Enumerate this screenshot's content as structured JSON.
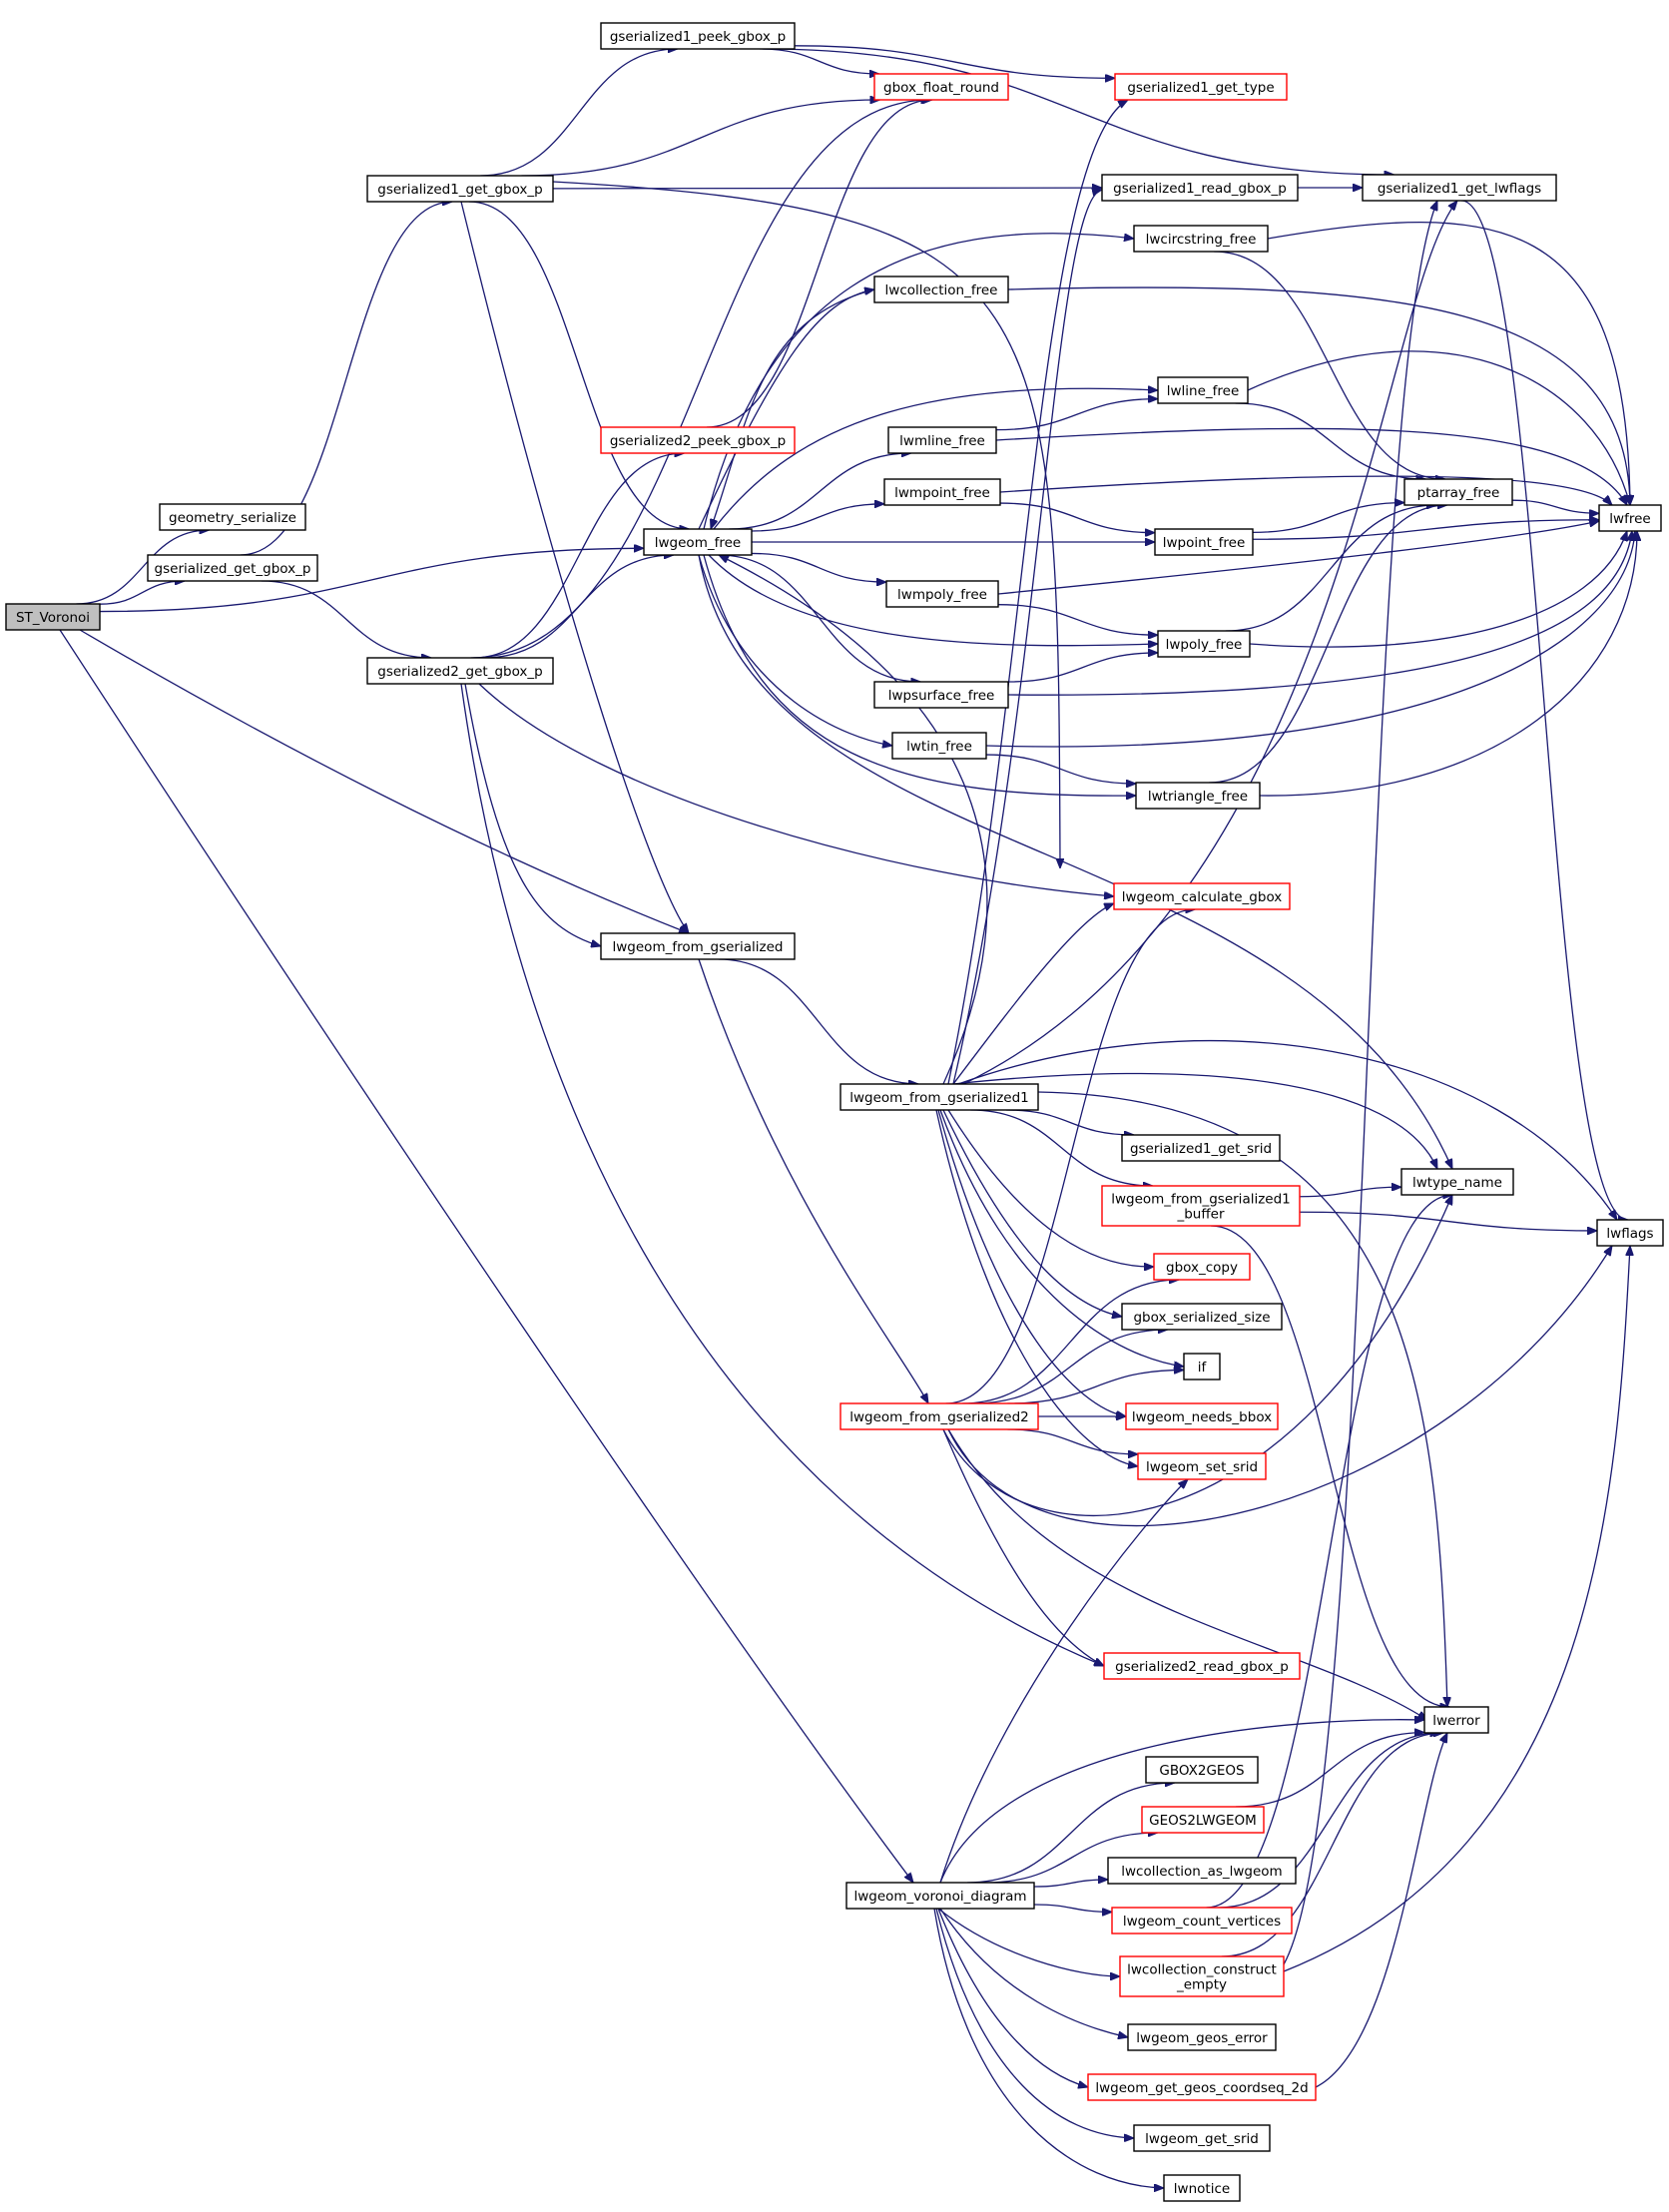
{
  "colors": {
    "edge": "#191970",
    "border_normal": "#000000",
    "border_truncated": "#ff0000",
    "root_fill": "#bfbfbf",
    "node_fill": "#ffffff"
  },
  "nodes": [
    {
      "id": "st_voronoi",
      "lines": [
        "ST_Voronoi"
      ],
      "style": "root"
    },
    {
      "id": "geometry_serialize",
      "lines": [
        "geometry_serialize"
      ],
      "style": "normal"
    },
    {
      "id": "gserialized_get_gbox_p",
      "lines": [
        "gserialized_get_gbox_p"
      ],
      "style": "normal"
    },
    {
      "id": "gserialized1_peek_gbox_p",
      "lines": [
        "gserialized1_peek_gbox_p"
      ],
      "style": "normal"
    },
    {
      "id": "gserialized1_get_gbox_p",
      "lines": [
        "gserialized1_get_gbox_p"
      ],
      "style": "normal"
    },
    {
      "id": "gserialized2_get_gbox_p",
      "lines": [
        "gserialized2_get_gbox_p"
      ],
      "style": "normal"
    },
    {
      "id": "gserialized2_peek_gbox_p",
      "lines": [
        "gserialized2_peek_gbox_p"
      ],
      "style": "truncated"
    },
    {
      "id": "lwgeom_free",
      "lines": [
        "lwgeom_free"
      ],
      "style": "normal"
    },
    {
      "id": "lwgeom_from_gserialized",
      "lines": [
        "lwgeom_from_gserialized"
      ],
      "style": "normal"
    },
    {
      "id": "gbox_float_round",
      "lines": [
        "gbox_float_round"
      ],
      "style": "truncated"
    },
    {
      "id": "gserialized1_get_type",
      "lines": [
        "gserialized1_get_type"
      ],
      "style": "truncated"
    },
    {
      "id": "gserialized1_read_gbox_p",
      "lines": [
        "gserialized1_read_gbox_p"
      ],
      "style": "normal"
    },
    {
      "id": "gserialized1_get_lwflags",
      "lines": [
        "gserialized1_get_lwflags"
      ],
      "style": "normal"
    },
    {
      "id": "lwcircstring_free",
      "lines": [
        "lwcircstring_free"
      ],
      "style": "normal"
    },
    {
      "id": "lwcollection_free",
      "lines": [
        "lwcollection_free"
      ],
      "style": "normal"
    },
    {
      "id": "lwline_free",
      "lines": [
        "lwline_free"
      ],
      "style": "normal"
    },
    {
      "id": "lwmline_free",
      "lines": [
        "lwmline_free"
      ],
      "style": "normal"
    },
    {
      "id": "lwmpoint_free",
      "lines": [
        "lwmpoint_free"
      ],
      "style": "normal"
    },
    {
      "id": "ptarray_free",
      "lines": [
        "ptarray_free"
      ],
      "style": "normal"
    },
    {
      "id": "lwpoint_free",
      "lines": [
        "lwpoint_free"
      ],
      "style": "normal"
    },
    {
      "id": "lwfree",
      "lines": [
        "lwfree"
      ],
      "style": "normal"
    },
    {
      "id": "lwmpoly_free",
      "lines": [
        "lwmpoly_free"
      ],
      "style": "normal"
    },
    {
      "id": "lwpoly_free",
      "lines": [
        "lwpoly_free"
      ],
      "style": "normal"
    },
    {
      "id": "lwpsurface_free",
      "lines": [
        "lwpsurface_free"
      ],
      "style": "normal"
    },
    {
      "id": "lwtin_free",
      "lines": [
        "lwtin_free"
      ],
      "style": "normal"
    },
    {
      "id": "lwtriangle_free",
      "lines": [
        "lwtriangle_free"
      ],
      "style": "normal"
    },
    {
      "id": "lwgeom_calculate_gbox",
      "lines": [
        "lwgeom_calculate_gbox"
      ],
      "style": "truncated"
    },
    {
      "id": "lwgeom_from_gserialized1",
      "lines": [
        "lwgeom_from_gserialized1"
      ],
      "style": "normal"
    },
    {
      "id": "gserialized1_get_srid",
      "lines": [
        "gserialized1_get_srid"
      ],
      "style": "normal"
    },
    {
      "id": "lwgeom_from_gserialized1_buffer",
      "lines": [
        "lwgeom_from_gserialized1",
        "_buffer"
      ],
      "style": "truncated"
    },
    {
      "id": "lwtype_name",
      "lines": [
        "lwtype_name"
      ],
      "style": "normal"
    },
    {
      "id": "lwflags",
      "lines": [
        "lwflags"
      ],
      "style": "normal"
    },
    {
      "id": "gbox_copy",
      "lines": [
        "gbox_copy"
      ],
      "style": "truncated"
    },
    {
      "id": "gbox_serialized_size",
      "lines": [
        "gbox_serialized_size"
      ],
      "style": "normal"
    },
    {
      "id": "if",
      "lines": [
        "if"
      ],
      "style": "normal"
    },
    {
      "id": "lwgeom_from_gserialized2",
      "lines": [
        "lwgeom_from_gserialized2"
      ],
      "style": "truncated"
    },
    {
      "id": "lwgeom_needs_bbox",
      "lines": [
        "lwgeom_needs_bbox"
      ],
      "style": "truncated"
    },
    {
      "id": "lwgeom_set_srid",
      "lines": [
        "lwgeom_set_srid"
      ],
      "style": "truncated"
    },
    {
      "id": "gserialized2_read_gbox_p",
      "lines": [
        "gserialized2_read_gbox_p"
      ],
      "style": "truncated"
    },
    {
      "id": "lwerror",
      "lines": [
        "lwerror"
      ],
      "style": "normal"
    },
    {
      "id": "gbox2geos",
      "lines": [
        "GBOX2GEOS"
      ],
      "style": "normal"
    },
    {
      "id": "geos2lwgeom",
      "lines": [
        "GEOS2LWGEOM"
      ],
      "style": "truncated"
    },
    {
      "id": "lwcollection_as_lwgeom",
      "lines": [
        "lwcollection_as_lwgeom"
      ],
      "style": "normal"
    },
    {
      "id": "lwgeom_voronoi_diagram",
      "lines": [
        "lwgeom_voronoi_diagram"
      ],
      "style": "normal"
    },
    {
      "id": "lwgeom_count_vertices",
      "lines": [
        "lwgeom_count_vertices"
      ],
      "style": "truncated"
    },
    {
      "id": "lwcollection_construct_empty",
      "lines": [
        "lwcollection_construct",
        "_empty"
      ],
      "style": "truncated"
    },
    {
      "id": "lwgeom_geos_error",
      "lines": [
        "lwgeom_geos_error"
      ],
      "style": "normal"
    },
    {
      "id": "lwgeom_get_geos_coordseq_2d",
      "lines": [
        "lwgeom_get_geos_coordseq_2d"
      ],
      "style": "truncated"
    },
    {
      "id": "lwgeom_get_srid",
      "lines": [
        "lwgeom_get_srid"
      ],
      "style": "normal"
    },
    {
      "id": "lwnotice",
      "lines": [
        "lwnotice"
      ],
      "style": "normal"
    }
  ],
  "edges": [
    [
      "st_voronoi",
      "geometry_serialize"
    ],
    [
      "st_voronoi",
      "gserialized_get_gbox_p"
    ],
    [
      "st_voronoi",
      "lwgeom_free"
    ],
    [
      "st_voronoi",
      "lwgeom_from_gserialized"
    ],
    [
      "st_voronoi",
      "lwgeom_voronoi_diagram"
    ],
    [
      "gserialized_get_gbox_p",
      "gserialized1_get_gbox_p"
    ],
    [
      "gserialized_get_gbox_p",
      "gserialized2_get_gbox_p"
    ],
    [
      "gserialized1_get_gbox_p",
      "gserialized1_peek_gbox_p"
    ],
    [
      "gserialized1_get_gbox_p",
      "gbox_float_round"
    ],
    [
      "gserialized1_get_gbox_p",
      "gserialized1_read_gbox_p"
    ],
    [
      "gserialized1_get_gbox_p",
      "lwgeom_free"
    ],
    [
      "gserialized1_get_gbox_p",
      "lwgeom_from_gserialized"
    ],
    [
      "gserialized1_get_gbox_p",
      "lwgeom_calculate_gbox"
    ],
    [
      "gserialized1_peek_gbox_p",
      "gbox_float_round"
    ],
    [
      "gserialized1_peek_gbox_p",
      "gserialized1_get_type"
    ],
    [
      "gserialized1_peek_gbox_p",
      "gserialized1_get_lwflags"
    ],
    [
      "gserialized2_get_gbox_p",
      "gbox_float_round"
    ],
    [
      "gserialized2_get_gbox_p",
      "gserialized2_peek_gbox_p"
    ],
    [
      "gserialized2_get_gbox_p",
      "lwgeom_free"
    ],
    [
      "gserialized2_get_gbox_p",
      "lwgeom_from_gserialized"
    ],
    [
      "gserialized2_get_gbox_p",
      "lwgeom_calculate_gbox"
    ],
    [
      "gserialized2_get_gbox_p",
      "gserialized2_read_gbox_p"
    ],
    [
      "gserialized2_peek_gbox_p",
      "gbox_float_round"
    ],
    [
      "gserialized1_read_gbox_p",
      "gserialized1_get_lwflags"
    ],
    [
      "gserialized1_get_lwflags",
      "lwflags"
    ],
    [
      "lwgeom_free",
      "lwcircstring_free"
    ],
    [
      "lwgeom_free",
      "lwcollection_free"
    ],
    [
      "lwgeom_free",
      "lwline_free"
    ],
    [
      "lwgeom_free",
      "lwmline_free"
    ],
    [
      "lwgeom_free",
      "lwmpoint_free"
    ],
    [
      "lwgeom_free",
      "lwpoint_free"
    ],
    [
      "lwgeom_free",
      "lwmpoly_free"
    ],
    [
      "lwgeom_free",
      "lwpoly_free"
    ],
    [
      "lwgeom_free",
      "lwpsurface_free"
    ],
    [
      "lwgeom_free",
      "lwtin_free"
    ],
    [
      "lwgeom_free",
      "lwtriangle_free"
    ],
    [
      "lwgeom_free",
      "lwtype_name"
    ],
    [
      "lwcircstring_free",
      "ptarray_free"
    ],
    [
      "lwcircstring_free",
      "lwfree"
    ],
    [
      "lwcollection_free",
      "lwgeom_free"
    ],
    [
      "lwcollection_free",
      "lwfree"
    ],
    [
      "lwline_free",
      "ptarray_free"
    ],
    [
      "lwline_free",
      "lwfree"
    ],
    [
      "lwmline_free",
      "lwline_free"
    ],
    [
      "lwmline_free",
      "lwfree"
    ],
    [
      "lwmpoint_free",
      "lwpoint_free"
    ],
    [
      "lwmpoint_free",
      "lwfree"
    ],
    [
      "lwpoint_free",
      "ptarray_free"
    ],
    [
      "lwpoint_free",
      "lwfree"
    ],
    [
      "lwmpoly_free",
      "lwpoly_free"
    ],
    [
      "lwmpoly_free",
      "lwfree"
    ],
    [
      "lwpoly_free",
      "ptarray_free"
    ],
    [
      "lwpoly_free",
      "lwfree"
    ],
    [
      "lwpsurface_free",
      "lwpoly_free"
    ],
    [
      "lwpsurface_free",
      "lwfree"
    ],
    [
      "lwtin_free",
      "lwtriangle_free"
    ],
    [
      "lwtin_free",
      "lwfree"
    ],
    [
      "lwtriangle_free",
      "ptarray_free"
    ],
    [
      "lwtriangle_free",
      "lwfree"
    ],
    [
      "ptarray_free",
      "lwfree"
    ],
    [
      "lwgeom_from_gserialized",
      "lwgeom_from_gserialized1"
    ],
    [
      "lwgeom_from_gserialized",
      "lwgeom_from_gserialized2"
    ],
    [
      "lwgeom_from_gserialized1",
      "gserialized1_get_type"
    ],
    [
      "lwgeom_from_gserialized1",
      "gserialized1_read_gbox_p"
    ],
    [
      "lwgeom_from_gserialized1",
      "gserialized1_get_lwflags"
    ],
    [
      "lwgeom_from_gserialized1",
      "lwgeom_calculate_gbox"
    ],
    [
      "lwgeom_from_gserialized1",
      "lwgeom_free"
    ],
    [
      "lwgeom_from_gserialized1",
      "gserialized1_get_srid"
    ],
    [
      "lwgeom_from_gserialized1",
      "lwgeom_from_gserialized1_buffer"
    ],
    [
      "lwgeom_from_gserialized1",
      "lwtype_name"
    ],
    [
      "lwgeom_from_gserialized1",
      "lwflags"
    ],
    [
      "lwgeom_from_gserialized1",
      "gbox_copy"
    ],
    [
      "lwgeom_from_gserialized1",
      "gbox_serialized_size"
    ],
    [
      "lwgeom_from_gserialized1",
      "if"
    ],
    [
      "lwgeom_from_gserialized1",
      "lwgeom_needs_bbox"
    ],
    [
      "lwgeom_from_gserialized1",
      "lwgeom_set_srid"
    ],
    [
      "lwgeom_from_gserialized1",
      "lwerror"
    ],
    [
      "lwgeom_from_gserialized1_buffer",
      "lwtype_name"
    ],
    [
      "lwgeom_from_gserialized1_buffer",
      "lwflags"
    ],
    [
      "lwgeom_from_gserialized1_buffer",
      "lwerror"
    ],
    [
      "lwgeom_from_gserialized2",
      "lwgeom_calculate_gbox"
    ],
    [
      "lwgeom_from_gserialized2",
      "gbox_copy"
    ],
    [
      "lwgeom_from_gserialized2",
      "gbox_serialized_size"
    ],
    [
      "lwgeom_from_gserialized2",
      "if"
    ],
    [
      "lwgeom_from_gserialized2",
      "lwgeom_needs_bbox"
    ],
    [
      "lwgeom_from_gserialized2",
      "lwgeom_set_srid"
    ],
    [
      "lwgeom_from_gserialized2",
      "lwtype_name"
    ],
    [
      "lwgeom_from_gserialized2",
      "lwflags"
    ],
    [
      "lwgeom_from_gserialized2",
      "gserialized2_read_gbox_p"
    ],
    [
      "lwgeom_from_gserialized2",
      "lwerror"
    ],
    [
      "lwgeom_voronoi_diagram",
      "lwgeom_set_srid"
    ],
    [
      "lwgeom_voronoi_diagram",
      "lwerror"
    ],
    [
      "lwgeom_voronoi_diagram",
      "gbox2geos"
    ],
    [
      "lwgeom_voronoi_diagram",
      "geos2lwgeom"
    ],
    [
      "lwgeom_voronoi_diagram",
      "lwcollection_as_lwgeom"
    ],
    [
      "lwgeom_voronoi_diagram",
      "lwgeom_count_vertices"
    ],
    [
      "lwgeom_voronoi_diagram",
      "lwcollection_construct_empty"
    ],
    [
      "lwgeom_voronoi_diagram",
      "lwgeom_geos_error"
    ],
    [
      "lwgeom_voronoi_diagram",
      "lwgeom_get_geos_coordseq_2d"
    ],
    [
      "lwgeom_voronoi_diagram",
      "lwgeom_get_srid"
    ],
    [
      "lwgeom_voronoi_diagram",
      "lwnotice"
    ],
    [
      "geos2lwgeom",
      "lwerror"
    ],
    [
      "lwgeom_count_vertices",
      "lwtype_name"
    ],
    [
      "lwgeom_count_vertices",
      "lwerror"
    ],
    [
      "lwcollection_construct_empty",
      "gserialized1_get_lwflags"
    ],
    [
      "lwcollection_construct_empty",
      "lwerror"
    ],
    [
      "lwcollection_construct_empty",
      "lwflags"
    ],
    [
      "lwgeom_get_geos_coordseq_2d",
      "lwerror"
    ]
  ]
}
